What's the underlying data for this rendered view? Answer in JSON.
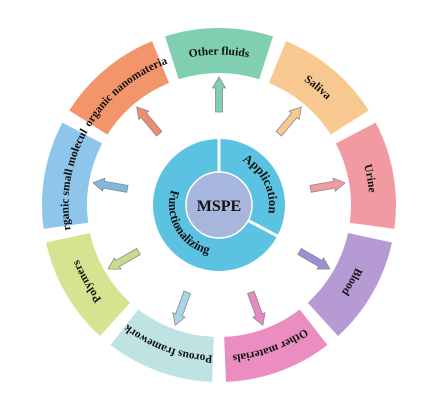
{
  "center": {
    "text": "MSPE",
    "color": "#a7b6dc"
  },
  "inner": {
    "ring_color": "#5bc2e1",
    "application": {
      "text": "Application"
    },
    "functionalizing": {
      "text": "Functionalizing"
    }
  },
  "segments": [
    {
      "id": "other-fluids",
      "text": "Other fluids",
      "color": "#7fcfb0",
      "arrow_color": "#7fcfb0"
    },
    {
      "id": "saliva",
      "text": "Saliva",
      "color": "#f7c890",
      "arrow_color": "#f7c890"
    },
    {
      "id": "urine",
      "text": "Urine",
      "color": "#f19aa2",
      "arrow_color": "#f19aa2"
    },
    {
      "id": "blood",
      "text": "Blood",
      "color": "#b59ad4",
      "arrow_color": "#9d8ed6"
    },
    {
      "id": "other-materials",
      "text": "Other materials",
      "color": "#eb8dc0",
      "arrow_color": "#e38ac0"
    },
    {
      "id": "porous-framework",
      "text": "Porous framework",
      "color": "#bfe2e3",
      "arrow_color": "#a9d6e6"
    },
    {
      "id": "polymers",
      "text": "Polymers",
      "color": "#d4e490",
      "arrow_color": "#c6de88"
    },
    {
      "id": "organic-small-molecules",
      "text": "Organic small molecules",
      "color": "#8ec5ea",
      "arrow_color": "#7fb7e0"
    },
    {
      "id": "inorganic-nanomaterials",
      "text": "Inorganic nanomaterials",
      "color": "#f2956b",
      "arrow_color": "#f08a70"
    }
  ]
}
